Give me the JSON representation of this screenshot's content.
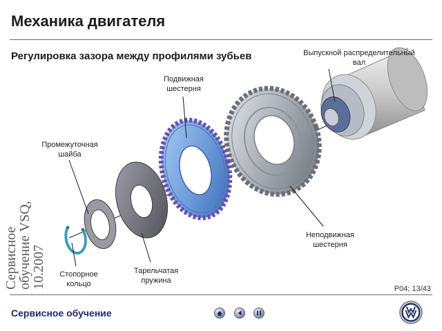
{
  "header": {
    "title": "Механика двигателя",
    "subtitle": "Регулировка зазора между профилями зубьев"
  },
  "labels": {
    "camshaft": [
      "Выпускной распределительный",
      "вал"
    ],
    "movable_gear": [
      "Подвижная",
      "шестерня"
    ],
    "washer": [
      "Промежуточная",
      "шайба"
    ],
    "fixed_gear": [
      "Неподвижная",
      "шестерня"
    ],
    "spring": [
      "Тарельчатая",
      "пружина"
    ],
    "ring": [
      "Стопорное",
      "кольцо"
    ]
  },
  "watermark": [
    "Сервисное",
    "обучение VSQ,",
    "10.2007"
  ],
  "page_number": "P04; 13/43",
  "footer": {
    "text": "Сервисное обучение",
    "nav": [
      {
        "icon": "home-icon"
      },
      {
        "icon": "previous-icon"
      },
      {
        "icon": "pause-icon"
      }
    ],
    "logo": "volkswagen-logo-icon"
  },
  "colors": {
    "footer_text": "#1f2a66",
    "movable_gear": "#6a9ad8",
    "fixed_gear": "#9aa0a8",
    "ring": "#3aa0b8"
  }
}
